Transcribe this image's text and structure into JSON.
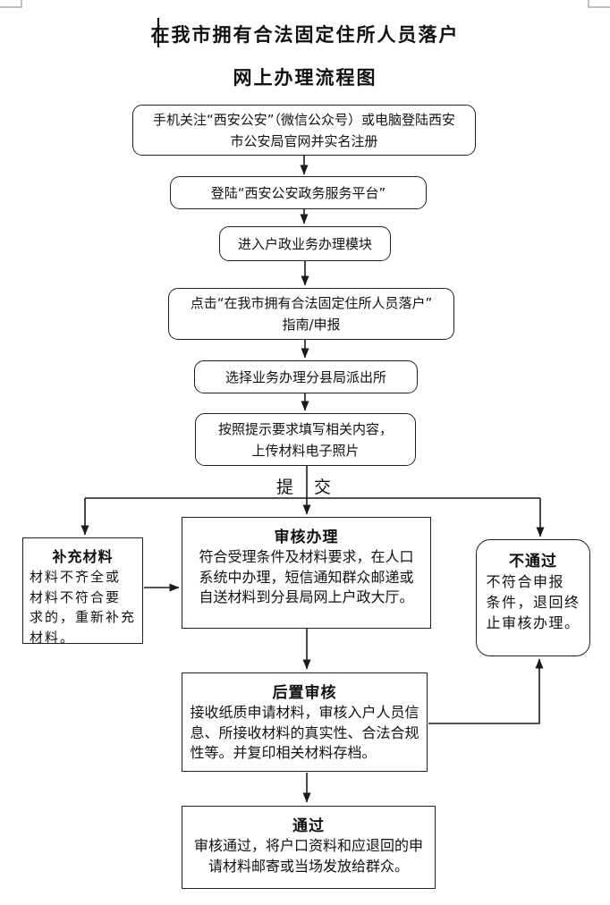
{
  "title": {
    "line1": "在我市拥有合法固定住所人员落户",
    "line2": "网上办理流程图"
  },
  "labels": {
    "submit_left": "提",
    "submit_right": "交"
  },
  "nodes": {
    "register": {
      "text": "手机关注“西安公安”（微信公众号）或电脑登陆西安\n市公安局官网并实名注册"
    },
    "login": {
      "text": "登陆“西安公安政务服务平台”"
    },
    "enter_module": {
      "text": "进入户政业务办理模块"
    },
    "click_guide": {
      "text": "点击“在我市拥有合法固定住所人员落户”\n指南/申报"
    },
    "select_station": {
      "text": "选择业务办理分县局派出所"
    },
    "fill_upload": {
      "text": "按照提示要求填写相关内容，\n上传材料电子照片"
    },
    "supplement": {
      "title": "补充材料",
      "body": "材料不齐全或\n材料不符合要\n求的，重新补充\n材料。"
    },
    "review": {
      "title": "审核办理",
      "body": "符合受理条件及材料要求，在人口\n系统中办理，短信通知群众邮递或\n自送材料到分县局网上户政大厅。"
    },
    "reject": {
      "title": "不通过",
      "body": "不符合申报\n条件，退回终\n止审核办理。"
    },
    "post_review": {
      "title": "后置审核",
      "body": "接收纸质申请材料，审核入户人员信\n息、所接收材料的真实性、合法合规\n性等。并复印相关材料存档。"
    },
    "pass": {
      "title": "通过",
      "body": "审核通过，将户口资料和应退回的申\n请材料邮寄或当场发放给群众。"
    }
  },
  "colors": {
    "line": "#1a1a1a",
    "corner_mark": "#ababab"
  }
}
